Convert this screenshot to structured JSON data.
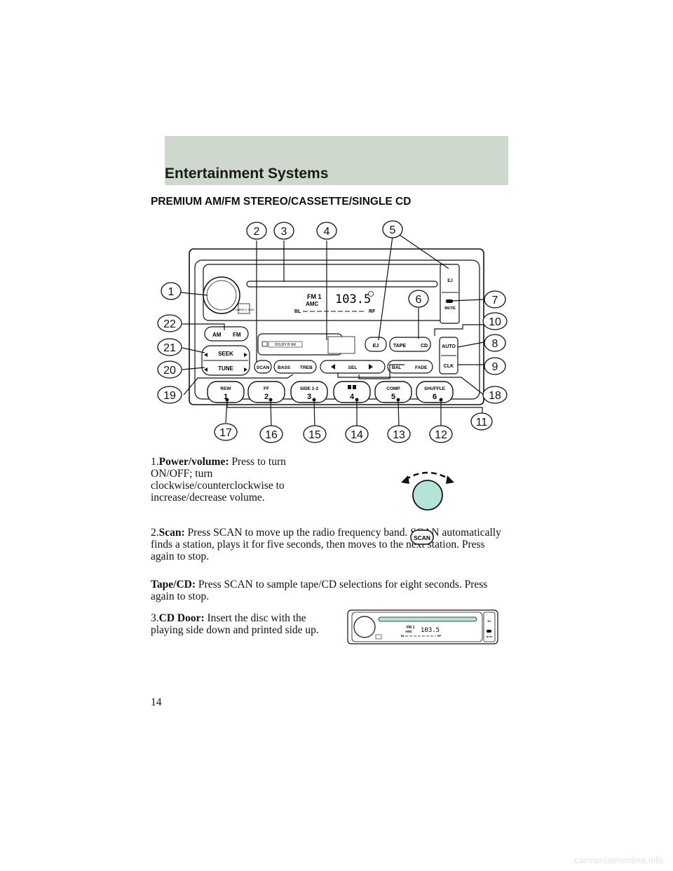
{
  "header": {
    "title": "Entertainment Systems"
  },
  "section_title": "PREMIUM AM/FM STEREO/CASSETTE/SINGLE CD",
  "callouts": [
    "1",
    "2",
    "3",
    "4",
    "5",
    "6",
    "7",
    "8",
    "9",
    "10",
    "11",
    "12",
    "13",
    "14",
    "15",
    "16",
    "17",
    "18",
    "19",
    "20",
    "21",
    "22"
  ],
  "radio": {
    "eject": "EJ",
    "mute": "MUTE",
    "display_band": "FM 1",
    "display_amc": "AMC",
    "display_freq": "103.5",
    "display_bl": "BL",
    "display_rf": "RF",
    "cd_logo": "COMPACT DISC",
    "am": "AM",
    "fm": "FM",
    "seek": "SEEK",
    "tune": "TUNE",
    "dolby": "DOLBY B NR",
    "ej_small": "EJ",
    "tape": "TAPE",
    "cd": "CD",
    "auto": "AUTO",
    "clk": "CLK",
    "scan": "SCAN",
    "bass": "BASS",
    "treb": "TREB",
    "sel": "SEL",
    "bal": "BAL",
    "fade": "FADE",
    "presets": [
      {
        "label": "REW",
        "num": "1"
      },
      {
        "label": "FF",
        "num": "2"
      },
      {
        "label": "SIDE 1-2",
        "num": "3"
      },
      {
        "label": "",
        "num": "4"
      },
      {
        "label": "COMP",
        "num": "5"
      },
      {
        "label": "SHUFFLE",
        "num": "6"
      }
    ]
  },
  "items": {
    "i1_num": "1.",
    "i1_term": "Power/volume:",
    "i1_text": "Press to turn ON/OFF; turn clockwise/counterclockwise to increase/decrease volume.",
    "i2_num": "2.",
    "i2_term": "Scan:",
    "i2_text": "Press SCAN to move up the radio frequency band. SCAN automatically finds a station, plays it for five seconds, then moves to the next station. Press again to stop.",
    "tape_term": "Tape/CD:",
    "tape_text": "Press SCAN to sample tape/CD selections for eight seconds. Press again to stop.",
    "i3_num": "3.",
    "i3_term": "CD Door:",
    "i3_text": "Insert the disc with the playing side down and printed side up."
  },
  "scan_icon_label": "SCAN",
  "page_number": "14",
  "footer_url": "carmanualsonline.info"
}
